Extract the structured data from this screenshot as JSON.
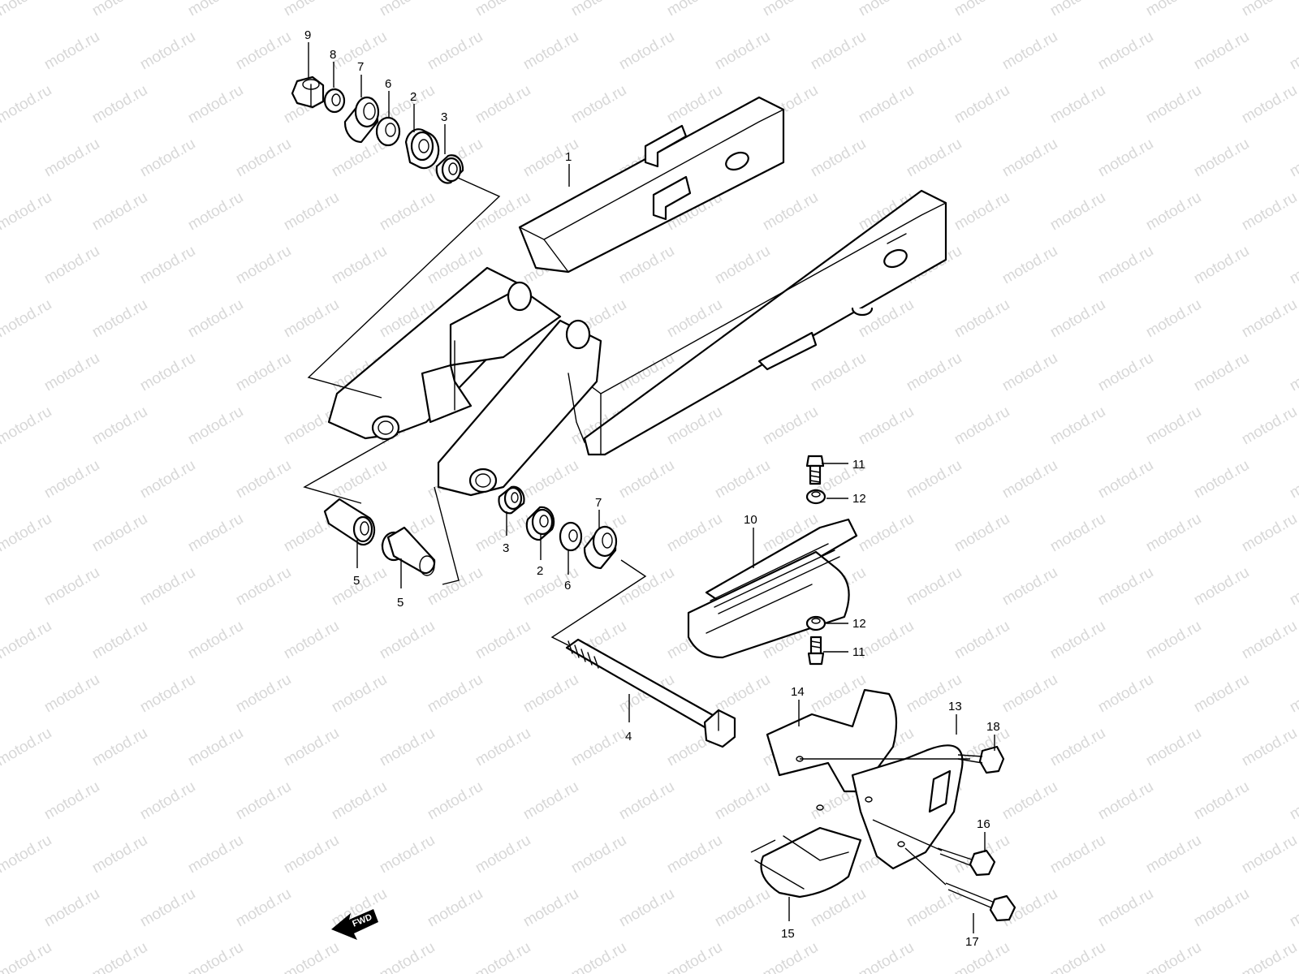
{
  "watermark": "motod.ru",
  "direction_label": "FWD",
  "labels": [
    {
      "id": "l1",
      "text": "1"
    },
    {
      "id": "l2a",
      "text": "2"
    },
    {
      "id": "l2b",
      "text": "2"
    },
    {
      "id": "l3a",
      "text": "3"
    },
    {
      "id": "l3b",
      "text": "3"
    },
    {
      "id": "l4",
      "text": "4"
    },
    {
      "id": "l5a",
      "text": "5"
    },
    {
      "id": "l5b",
      "text": "5"
    },
    {
      "id": "l6a",
      "text": "6"
    },
    {
      "id": "l6b",
      "text": "6"
    },
    {
      "id": "l7a",
      "text": "7"
    },
    {
      "id": "l7b",
      "text": "7"
    },
    {
      "id": "l8",
      "text": "8"
    },
    {
      "id": "l9",
      "text": "9"
    },
    {
      "id": "l10",
      "text": "10"
    },
    {
      "id": "l11a",
      "text": "11"
    },
    {
      "id": "l11b",
      "text": "11"
    },
    {
      "id": "l12a",
      "text": "12"
    },
    {
      "id": "l12b",
      "text": "12"
    },
    {
      "id": "l13",
      "text": "13"
    },
    {
      "id": "l14",
      "text": "14"
    },
    {
      "id": "l15",
      "text": "15"
    },
    {
      "id": "l16",
      "text": "16"
    },
    {
      "id": "l17",
      "text": "17"
    },
    {
      "id": "l18",
      "text": "18"
    }
  ]
}
